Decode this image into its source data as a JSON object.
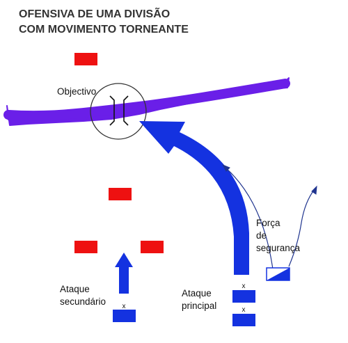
{
  "title": {
    "line1": "OFENSIVA DE UMA DIVISÃO",
    "line2": "COM MOVIMENTO TORNEANTE"
  },
  "labels": {
    "objective": "Objectivo",
    "security_line1": "Força",
    "security_line2": "de",
    "security_line3": "segurança",
    "secondary_line1": "Ataque",
    "secondary_line2": "secundário",
    "main_line1": "Ataque",
    "main_line2": "principal"
  },
  "unit_marks": {
    "secondary": "x",
    "main_top": "x",
    "main_bottom": "x"
  },
  "colors": {
    "friendly": "#1432e0",
    "enemy": "#ee1111",
    "river": "#6a1fe8",
    "objective_circle": "#333333",
    "thin_arrow": "#20358f",
    "title": "#333333"
  }
}
